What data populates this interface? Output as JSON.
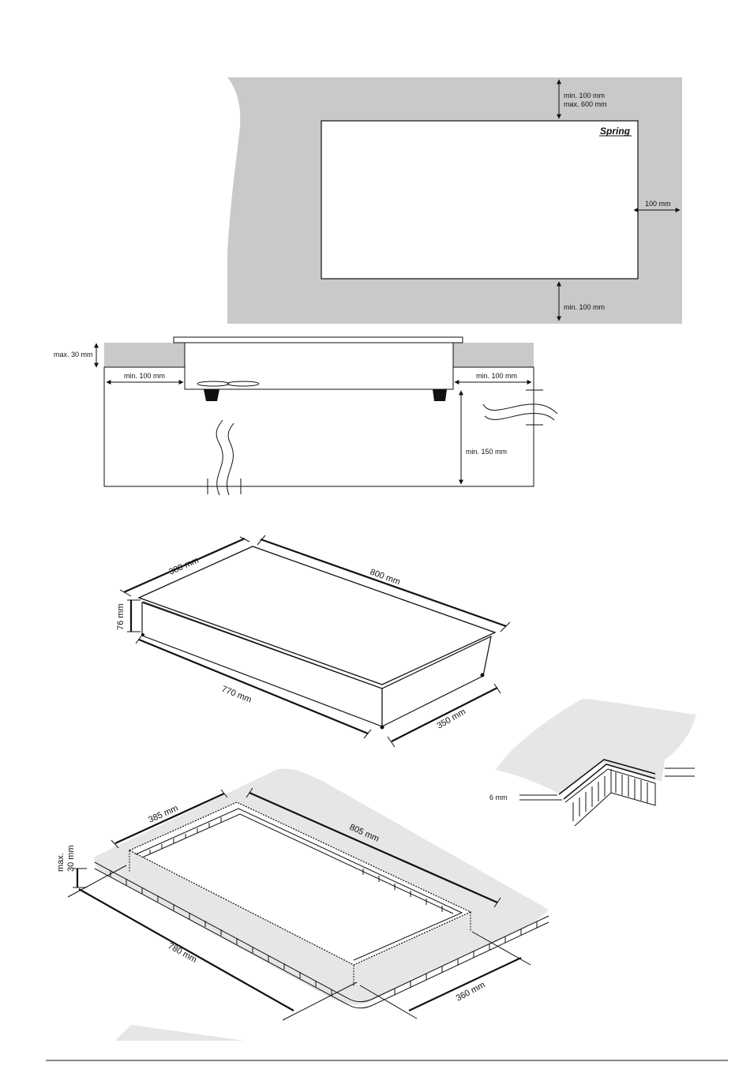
{
  "top_view": {
    "brand": "Spring",
    "dim_top_min": "min. 100 mm",
    "dim_top_max": "max. 600 mm",
    "dim_side": "100 mm",
    "dim_bottom": "min. 100 mm"
  },
  "section_view": {
    "dim_depth": "max. 30 mm",
    "dim_left": "min. 100 mm",
    "dim_right": "min. 100 mm",
    "dim_below": "min. 150 mm"
  },
  "appliance": {
    "width_top": "380 mm",
    "length_top": "800 mm",
    "height": "76 mm",
    "length_bottom": "770 mm",
    "width_bottom": "350 mm"
  },
  "cutout": {
    "width": "385 mm",
    "length": "805 mm",
    "depth_line1": "max.",
    "depth_line2": "30 mm",
    "outer_length": "780 mm",
    "outer_width": "360 mm"
  },
  "detail": {
    "edge": "6 mm"
  }
}
